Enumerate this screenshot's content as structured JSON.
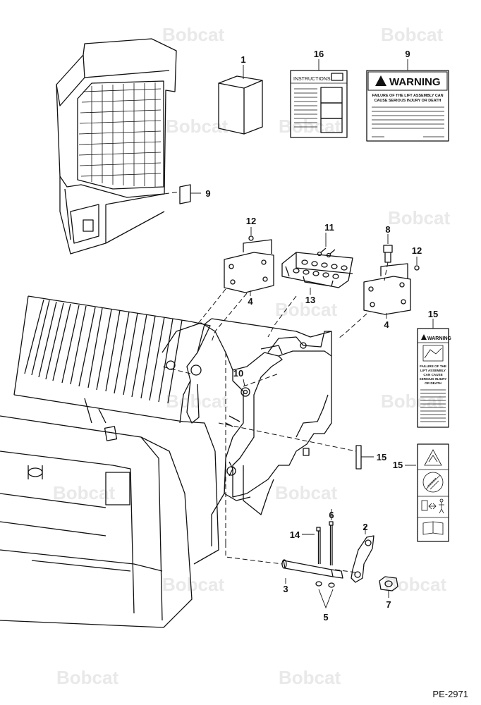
{
  "watermark": "Bobcat",
  "drawing_code": "PE-2971",
  "callouts": [
    "1",
    "16",
    "9",
    "9",
    "12",
    "11",
    "8",
    "12",
    "4",
    "13",
    "4",
    "15",
    "10",
    "15",
    "15",
    "14",
    "6",
    "2",
    "3",
    "7",
    "5"
  ],
  "decal_16": {
    "header": "INSTRUCTIONS"
  },
  "decal_9": {
    "header": "WARNING",
    "line1": "FAILURE OF THE LIFT ASSEMBLY CAN",
    "line2": "CAUSE SERIOUS INJURY OR DEATH"
  },
  "decal_15": {
    "header": "WARNING",
    "line1": "FAILURE OF THE",
    "line2": "LIFT ASSEMBLY",
    "line3": "CAN CAUSE",
    "line4": "SERIOUS INJURY",
    "line5": "OR DEATH"
  }
}
